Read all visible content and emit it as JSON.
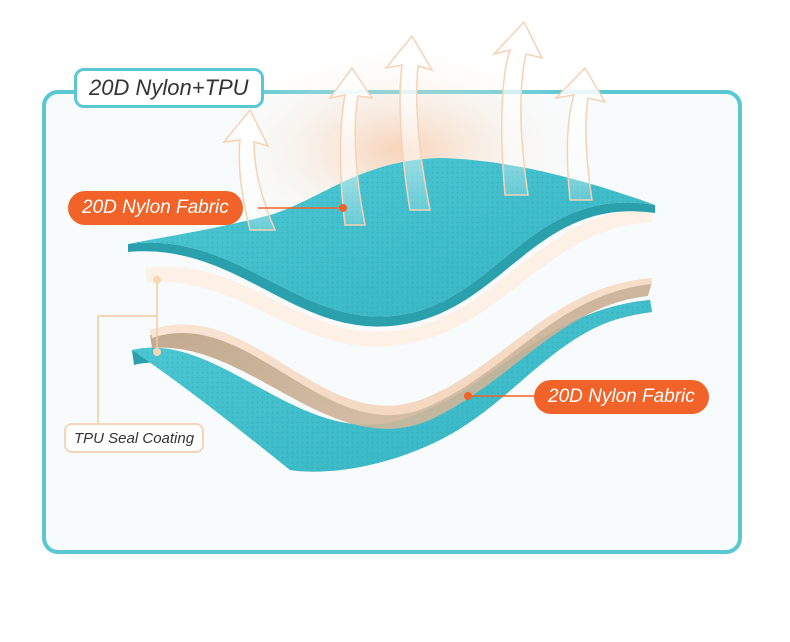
{
  "title": "20D Nylon+TPU",
  "labels": {
    "top_layer": "20D Nylon Fabric",
    "bottom_layer": "20D Nylon Fabric",
    "coating": "TPU Seal Coating"
  },
  "colors": {
    "frame": "#5ac8d3",
    "fabric": "#45c1cf",
    "fabric_edge": "#2aa0ad",
    "coating": "#f6e1cf",
    "label_bg": "#f2632a",
    "leader": "#f2632a"
  },
  "icons": [
    "breathability-arrow-icon"
  ]
}
